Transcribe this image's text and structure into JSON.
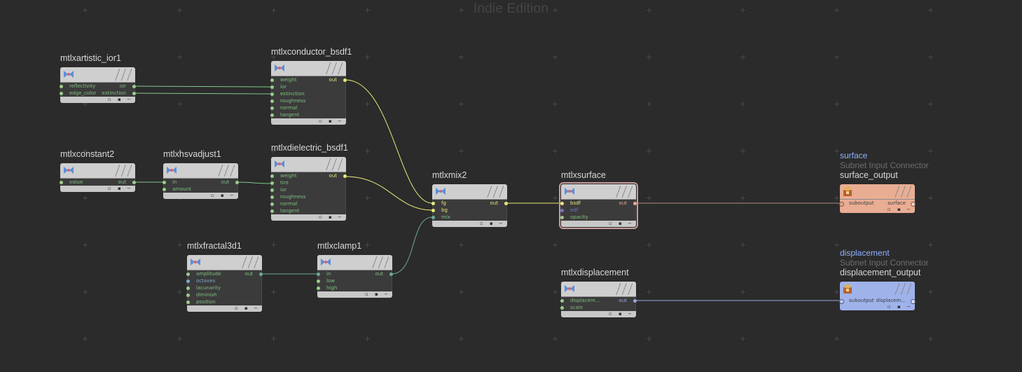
{
  "watermark": "Indie Edition",
  "colors": {
    "background": "#2b2b2b",
    "node_header": "#cfcfcf",
    "wire_yellow": "#e8e87a",
    "wire_green": "#7fc98a",
    "wire_teal": "#6fa89a",
    "wire_surface": "#b08b7e",
    "wire_displacement": "#9aa9d8",
    "subnet_surface": "#e9ad94",
    "subnet_displacement": "#9fb2ea"
  },
  "nodes": {
    "artistic_ior": {
      "title": "mtlxartistic_ior1",
      "inputs": [
        "reflectivity",
        "edge_color"
      ],
      "outputs": [
        "ior",
        "extinction"
      ]
    },
    "conductor": {
      "title": "mtlxconductor_bsdf1",
      "inputs": [
        "weight",
        "ior",
        "extinction",
        "roughness",
        "normal",
        "tangent"
      ],
      "outputs": [
        "out"
      ]
    },
    "constant": {
      "title": "mtlxconstant2",
      "inputs": [
        "value"
      ],
      "outputs": [
        "out"
      ]
    },
    "hsvadjust": {
      "title": "mtlxhsvadjust1",
      "inputs": [
        "in",
        "amount"
      ],
      "outputs": [
        "out"
      ]
    },
    "dielectric": {
      "title": "mtlxdielectric_bsdf1",
      "inputs": [
        "weight",
        "tint",
        "ior",
        "roughness",
        "normal",
        "tangent"
      ],
      "outputs": [
        "out"
      ]
    },
    "mix": {
      "title": "mtlxmix2",
      "inputs": [
        "fg",
        "bg",
        "mix"
      ],
      "outputs": [
        "out"
      ]
    },
    "surface": {
      "title": "mtlxsurface",
      "inputs": [
        "bsdf",
        "edf",
        "opacity"
      ],
      "outputs": [
        "out"
      ]
    },
    "fractal": {
      "title": "mtlxfractal3d1",
      "inputs": [
        "amplitude",
        "octaves",
        "lacunarity",
        "diminish",
        "position"
      ],
      "outputs": [
        "out"
      ]
    },
    "clamp": {
      "title": "mtlxclamp1",
      "inputs": [
        "in",
        "low",
        "high"
      ],
      "outputs": [
        "out"
      ]
    },
    "displacement": {
      "title": "mtlxdisplacement",
      "inputs": [
        "displacem...",
        "scale"
      ],
      "outputs": [
        "out"
      ]
    },
    "surface_output": {
      "kind": "surface",
      "caption": "Subnet Input Connector",
      "title": "surface_output",
      "input": "suboutput",
      "output": "surface"
    },
    "displacement_output": {
      "kind": "displacement",
      "caption": "Subnet Input Connector",
      "title": "displacement_output",
      "input": "suboutput",
      "output": "displacem..."
    }
  },
  "icons": {
    "node": "materialx-icon",
    "subnet": "subnet-output-icon",
    "footer": [
      "bypass-flag",
      "template-flag",
      "collapse-toggle"
    ]
  }
}
